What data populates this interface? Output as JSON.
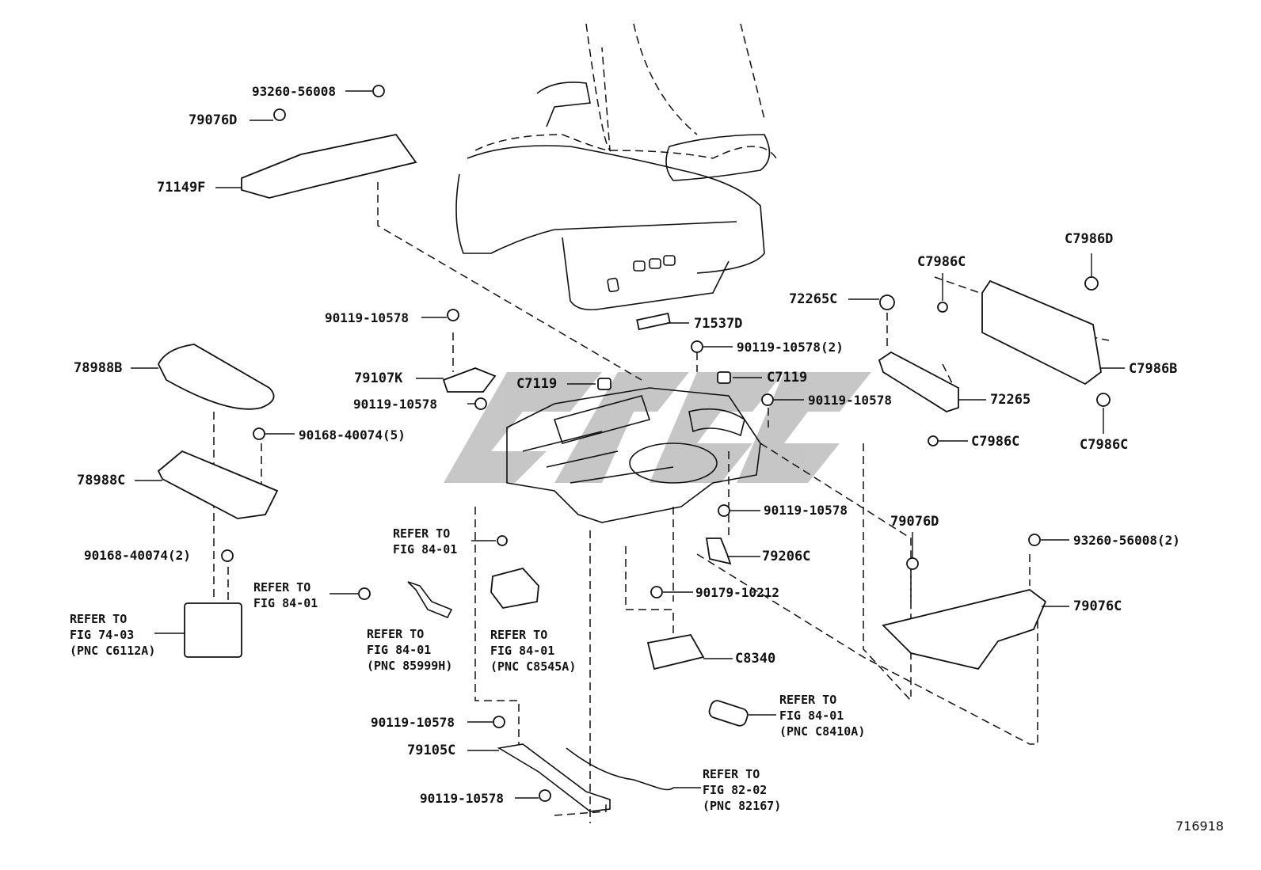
{
  "diagram_id": "716918",
  "watermark_color": "#b8b8b8",
  "parts": {
    "p93260_top": "93260-56008",
    "p79076D_top": "79076D",
    "p71149F": "71149F",
    "p90119_a": "90119-10578",
    "p71537D": "71537D",
    "p90119_2": "90119-10578(2)",
    "p79107K": "79107K",
    "pC7119_left": "C7119",
    "pC7119_right": "C7119",
    "p90119_b": "90119-10578",
    "p90119_c": "90119-10578",
    "p78988B": "78988B",
    "p90168_5": "90168-40074(5)",
    "p78988C": "78988C",
    "p90168_2": "90168-40074(2)",
    "p72265C": "72265C",
    "pC7986C_top": "C7986C",
    "pC7986D": "C7986D",
    "pC7986B": "C7986B",
    "p72265": "72265",
    "pC7986C_mid": "C7986C",
    "pC7986C_right": "C7986C",
    "p90119_d": "90119-10578",
    "p79206C": "79206C",
    "p79076D_right": "79076D",
    "p93260_2": "93260-56008(2)",
    "p79076C": "79076C",
    "p90179": "90179-10212",
    "pC8340": "C8340",
    "p90119_e": "90119-10578",
    "p79105C": "79105C",
    "p90119_f": "90119-10578"
  },
  "refs": {
    "r_8401_a": {
      "l1": "REFER TO",
      "l2": "FIG 84-01"
    },
    "r_8401_b": {
      "l1": "REFER TO",
      "l2": "FIG 84-01"
    },
    "r_7403": {
      "l1": "REFER TO",
      "l2": "FIG 74-03",
      "l3": "(PNC C6112A)"
    },
    "r_85999": {
      "l1": "REFER TO",
      "l2": "FIG 84-01",
      "l3": "(PNC 85999H)"
    },
    "r_C8545": {
      "l1": "REFER TO",
      "l2": "FIG 84-01",
      "l3": "(PNC C8545A)"
    },
    "r_C8410": {
      "l1": "REFER TO",
      "l2": "FIG 84-01",
      "l3": "(PNC C8410A)"
    },
    "r_82167": {
      "l1": "REFER TO",
      "l2": "FIG 82-02",
      "l3": "(PNC 82167)"
    }
  }
}
